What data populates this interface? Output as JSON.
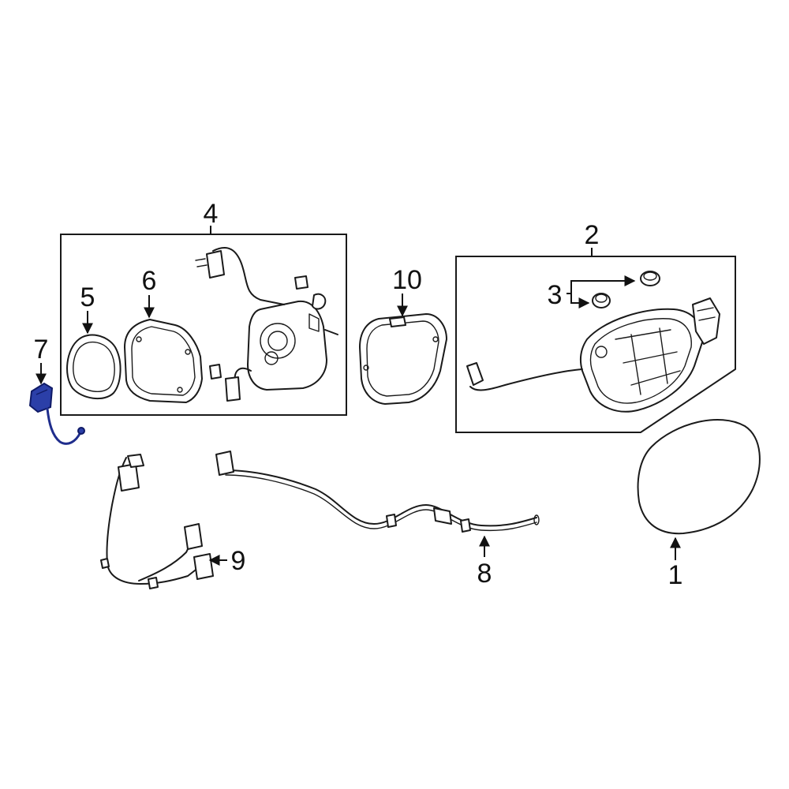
{
  "diagram": {
    "type": "exploded parts diagram",
    "highlight_color": "#2b3fa8",
    "line_color": "#1a1a1a",
    "callouts": {
      "c1": "1",
      "c2": "2",
      "c3": "3",
      "c4": "4",
      "c5": "5",
      "c6": "6",
      "c7": "7",
      "c8": "8",
      "c9": "9",
      "c10": "10"
    }
  }
}
